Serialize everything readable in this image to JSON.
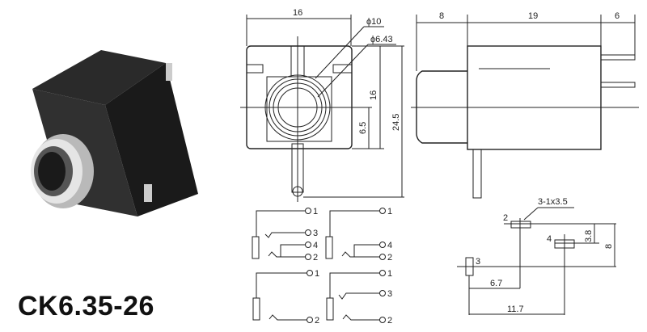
{
  "product": {
    "model": "CK6.35-26"
  },
  "front_view": {
    "width": "16",
    "outer_diameter": "ϕ10",
    "inner_diameter": "ϕ6.43",
    "body_height": "16",
    "center_height": "6.5",
    "total_height": "24.5"
  },
  "side_view": {
    "barrel_length": "8",
    "body_length": "19",
    "pin_length": "6"
  },
  "schematics": [
    {
      "pins": [
        "1",
        "3",
        "4",
        "2"
      ]
    },
    {
      "pins": [
        "1",
        "4",
        "2"
      ]
    },
    {
      "pins": [
        "1",
        "2"
      ]
    },
    {
      "pins": [
        "1",
        "3",
        "2"
      ]
    }
  ],
  "pcb_layout": {
    "hole_spec": "3-1x3.5",
    "pin_labels": [
      "2",
      "4",
      "3"
    ],
    "dim_3_8": "3.8",
    "dim_8": "8",
    "dim_6_7": "6.7",
    "dim_11_7": "11.7"
  }
}
